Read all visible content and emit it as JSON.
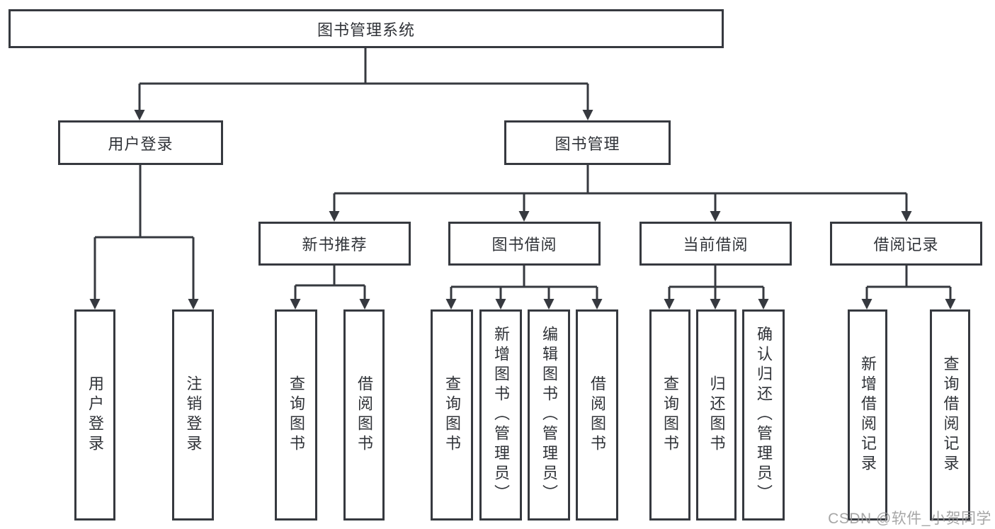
{
  "diagram": {
    "root": {
      "label": "图书管理系统"
    },
    "user_login": {
      "label": "用户登录",
      "children": {
        "login": "用户登录",
        "logout": "注销登录"
      }
    },
    "book_management": {
      "label": "图书管理",
      "groups": {
        "new_book_recommend": {
          "label": "新书推荐",
          "children": {
            "query_book": "查询图书",
            "borrow_book": "借阅图书"
          }
        },
        "book_borrow": {
          "label": "图书借阅",
          "children": {
            "query_book": "查询图书",
            "add_book": "新增图书（管理员）",
            "edit_book": "编辑图书（管理员）",
            "borrow_book": "借阅图书"
          }
        },
        "current_borrow": {
          "label": "当前借阅",
          "children": {
            "query_book": "查询图书",
            "return_book": "归还图书",
            "confirm_return": "确认归还（管理员）"
          }
        },
        "borrow_record": {
          "label": "借阅记录",
          "children": {
            "add_record": "新增借阅记录",
            "query_record": "查询借阅记录"
          }
        }
      }
    },
    "watermark": "CSDN @软件_小贺同学",
    "colors": {
      "line": "#36393f",
      "text": "#303338",
      "watermark": "#969696",
      "background": "#ffffff"
    }
  }
}
